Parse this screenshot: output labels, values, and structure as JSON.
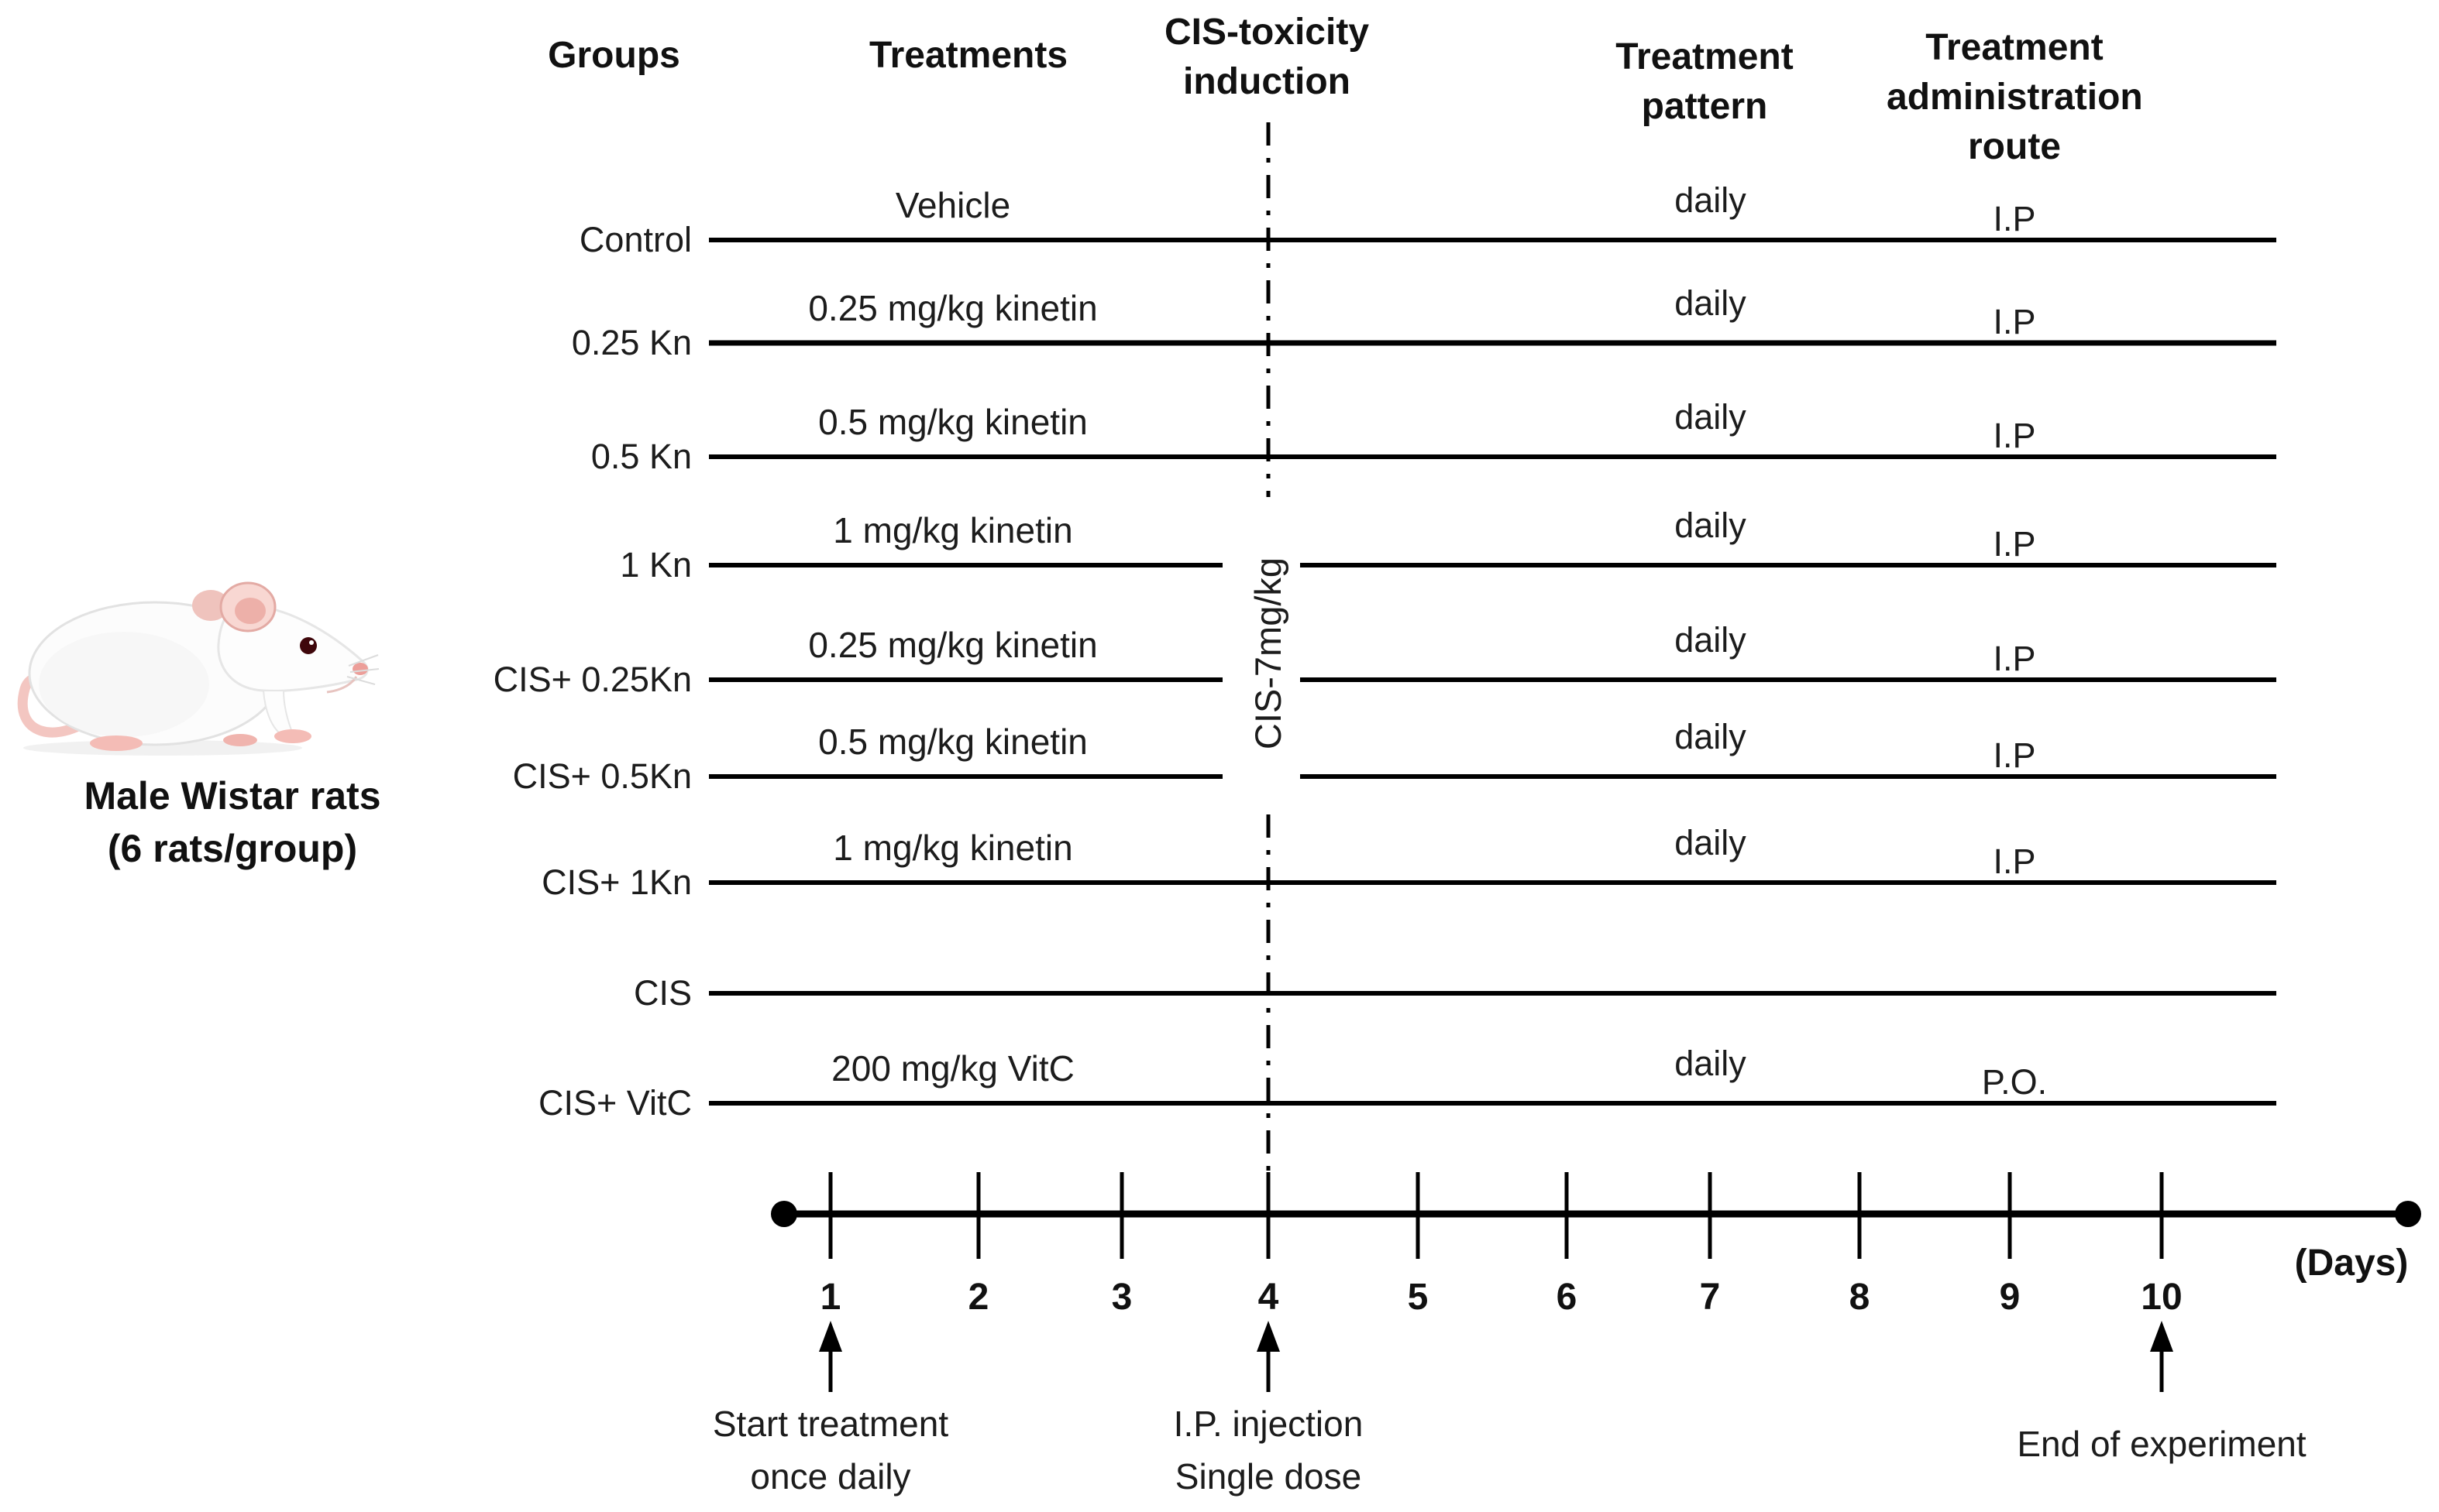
{
  "figure": {
    "background": "#ffffff",
    "line_color": "#000000",
    "text_color": "#1a1a1a"
  },
  "subject": {
    "image": "white-wistar-rat-photo",
    "caption_line1": "Male Wistar rats",
    "caption_line2": "(6 rats/group)"
  },
  "headers": {
    "groups": "Groups",
    "treatments": "Treatments",
    "induction_line1": "CIS-toxicity",
    "induction_line2": "induction",
    "pattern_line1": "Treatment",
    "pattern_line2": "pattern",
    "route_line1": "Treatment",
    "route_line2": "administration",
    "route_line3": "route"
  },
  "induction": {
    "dose_label": "CIS-7mg/kg",
    "induction_day": "4"
  },
  "groups": [
    {
      "name": "Control",
      "treatment": "Vehicle",
      "pattern": "daily",
      "route": "I.P"
    },
    {
      "name": "0.25 Kn",
      "treatment": "0.25 mg/kg kinetin",
      "pattern": "daily",
      "route": "I.P"
    },
    {
      "name": "0.5 Kn",
      "treatment": "0.5 mg/kg kinetin",
      "pattern": "daily",
      "route": "I.P"
    },
    {
      "name": "1 Kn",
      "treatment": "1 mg/kg kinetin",
      "pattern": "daily",
      "route": "I.P"
    },
    {
      "name": "CIS+ 0.25Kn",
      "treatment": "0.25 mg/kg kinetin",
      "pattern": "daily",
      "route": "I.P"
    },
    {
      "name": "CIS+ 0.5Kn",
      "treatment": "0.5 mg/kg kinetin",
      "pattern": "daily",
      "route": "I.P"
    },
    {
      "name": "CIS+ 1Kn",
      "treatment": "1 mg/kg kinetin",
      "pattern": "daily",
      "route": "I.P"
    },
    {
      "name": "CIS",
      "treatment": "",
      "pattern": "",
      "route": ""
    },
    {
      "name": "CIS+ VitC",
      "treatment": "200 mg/kg VitC",
      "pattern": "daily",
      "route": "P.O."
    }
  ],
  "timeline": {
    "day_labels": [
      "1",
      "2",
      "3",
      "4",
      "5",
      "6",
      "7",
      "8",
      "9",
      "10"
    ],
    "axis_label": "(Days)",
    "annotations": {
      "start": {
        "day": "1",
        "line1": "Start treatment",
        "line2": "once daily"
      },
      "injection": {
        "day": "4",
        "line1": "I.P. injection",
        "line2": "Single dose"
      },
      "end": {
        "day": "10",
        "line1": "End of experiment"
      }
    }
  }
}
